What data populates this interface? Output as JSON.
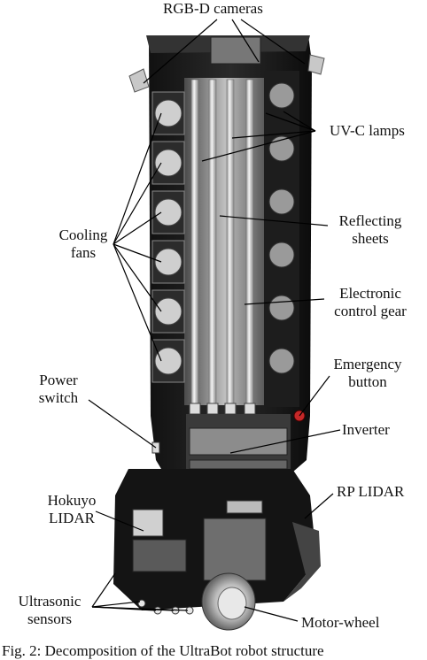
{
  "labels": {
    "rgbd_cameras": "RGB-D cameras",
    "uvc_lamps": "UV-C lamps",
    "cooling_fans_1": "Cooling",
    "cooling_fans_2": "fans",
    "reflecting_1": "Reflecting",
    "reflecting_2": "sheets",
    "ecg_1": "Electronic",
    "ecg_2": "control gear",
    "power_1": "Power",
    "power_2": "switch",
    "emergency_1": "Emergency",
    "emergency_2": "button",
    "inverter": "Inverter",
    "rp_lidar": "RP LIDAR",
    "hokuyo_1": "Hokuyo",
    "hokuyo_2": "LIDAR",
    "ultrasonic_1": "Ultrasonic",
    "ultrasonic_2": "sensors",
    "motor_wheel": "Motor-wheel"
  },
  "caption": "Fig. 2: Decomposition of the UltraBot robot structure"
}
